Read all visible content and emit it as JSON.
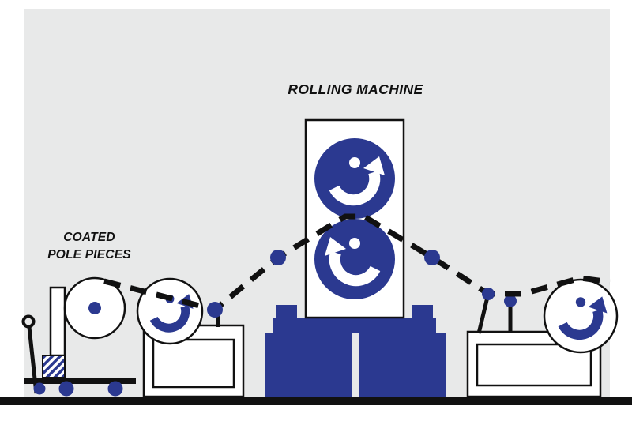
{
  "diagram": {
    "title": "ROLLING MACHINE",
    "left_label": {
      "line1": "COATED",
      "line2": "POLE PIECES"
    },
    "icons": [
      "rotation-arrow-icon",
      "rotation-arrow-mirrored-icon"
    ],
    "colors": {
      "navy": "#2b3990",
      "ink": "#111111",
      "bg": "#e8e9e9",
      "white": "#ffffff"
    }
  }
}
